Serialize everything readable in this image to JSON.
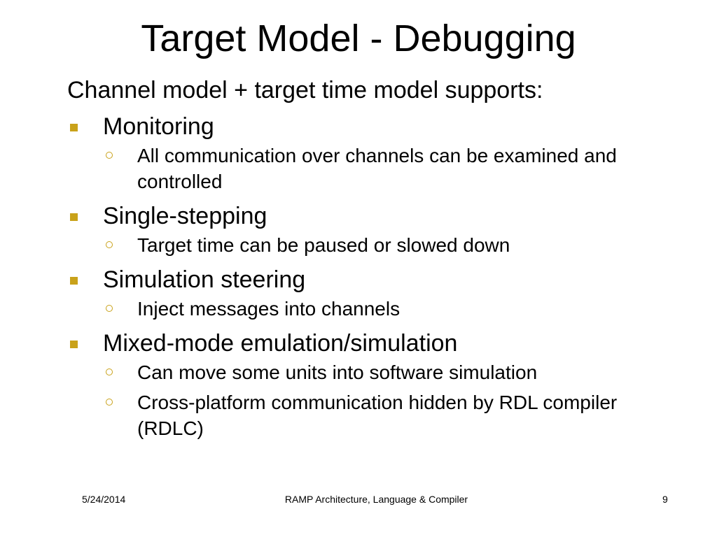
{
  "slide": {
    "title": "Target Model - Debugging",
    "intro": "Channel model + target time model supports:",
    "bullets": [
      {
        "text": "Monitoring",
        "subs": [
          "All communication over channels can be examined and controlled"
        ]
      },
      {
        "text": "Single-stepping",
        "subs": [
          "Target time can be paused or slowed down"
        ]
      },
      {
        "text": "Simulation steering",
        "subs": [
          "Inject messages into channels"
        ]
      },
      {
        "text": "Mixed-mode emulation/simulation",
        "subs": [
          "Can move some units into software simulation",
          "Cross-platform communication hidden by RDL compiler (RDLC)"
        ]
      }
    ]
  },
  "footer": {
    "date": "5/24/2014",
    "title": "RAMP Architecture, Language & Compiler",
    "page": "9"
  },
  "colors": {
    "bullet": "#c9a21a",
    "text": "#000000",
    "background": "#ffffff"
  },
  "icons": {
    "level1": "square-bullet-icon",
    "level2": "circle-bullet-icon"
  }
}
